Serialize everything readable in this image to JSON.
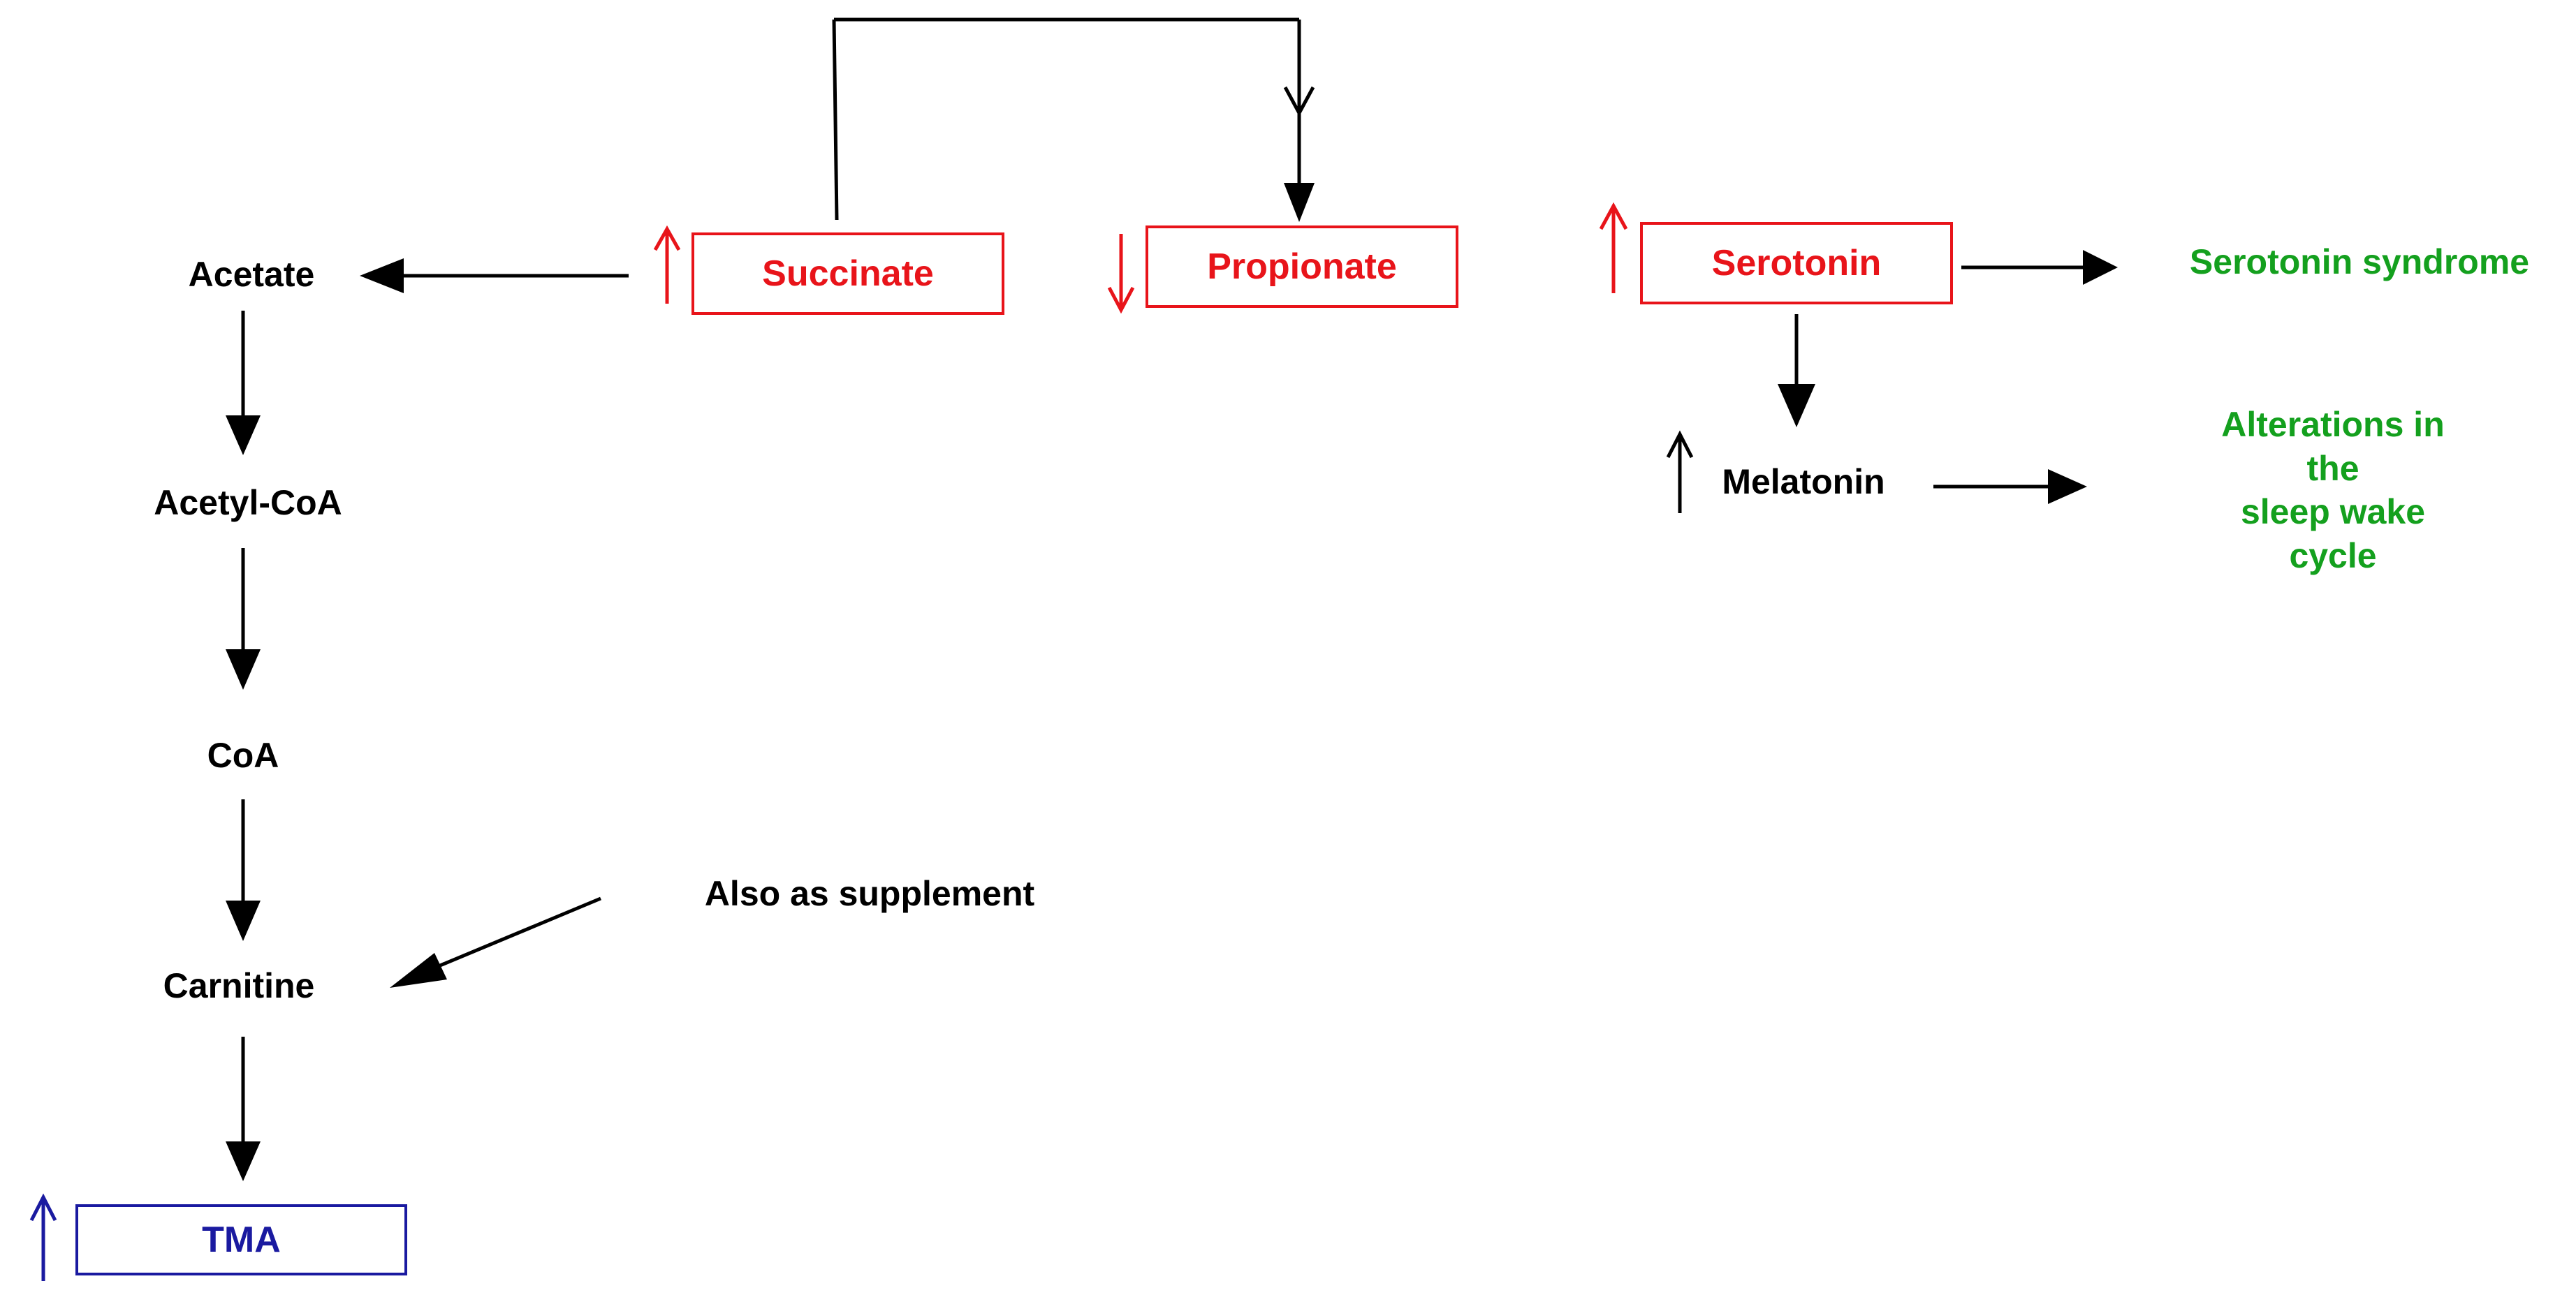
{
  "colors": {
    "black": "#000000",
    "red": "#e8141a",
    "blue": "#1a1aa0",
    "green": "#14a01e"
  },
  "nodes": {
    "acetate": "Acetate",
    "acetyl_coa": "Acetyl-CoA",
    "coa": "CoA",
    "carnitine": "Carnitine",
    "tma": "TMA",
    "succinate": "Succinate",
    "propionate": "Propionate",
    "serotonin": "Serotonin",
    "melatonin": "Melatonin",
    "supplement": "Also as supplement",
    "serotonin_syndrome": "Serotonin syndrome",
    "sleep_line1": "Alterations in the",
    "sleep_line2": "sleep wake cycle"
  },
  "indicators": {
    "succinate": "up",
    "propionate": "down",
    "serotonin": "up",
    "melatonin": "up",
    "tma": "up"
  }
}
